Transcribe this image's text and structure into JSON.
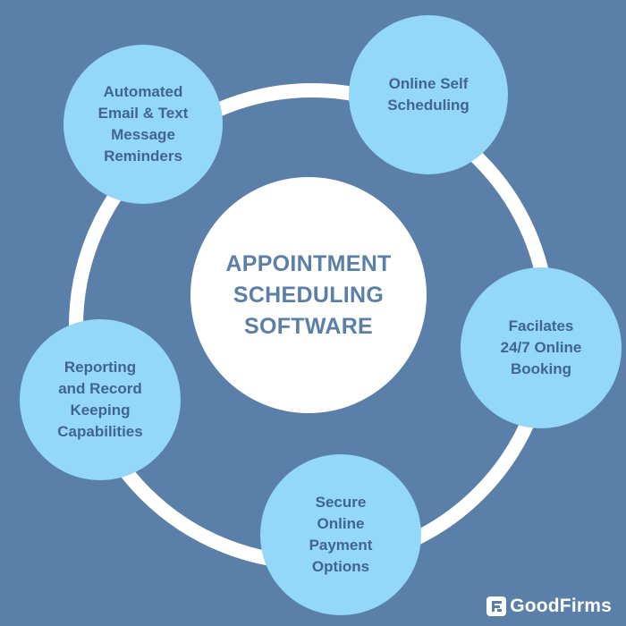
{
  "diagram": {
    "center": {
      "lines": [
        "APPOINTMENT",
        "SCHEDULING",
        "SOFTWARE"
      ]
    },
    "nodes": [
      {
        "lines": [
          "Automated",
          "Email & Text",
          "Message",
          "Reminders"
        ]
      },
      {
        "lines": [
          "Online Self",
          "Scheduling"
        ]
      },
      {
        "lines": [
          "Facilates",
          "24/7 Online",
          "Booking"
        ]
      },
      {
        "lines": [
          "Secure",
          "Online",
          "Payment",
          "Options"
        ]
      },
      {
        "lines": [
          "Reporting",
          "and Record",
          "Keeping",
          "Capabilities"
        ]
      }
    ]
  },
  "brand": {
    "name": "GoodFirms"
  },
  "colors": {
    "background": "#5a7fa8",
    "ring": "#ffffff",
    "node_fill": "#93d7f9",
    "node_text": "#41658f",
    "center_fill": "#ffffff",
    "center_text": "#5a7fa8"
  }
}
